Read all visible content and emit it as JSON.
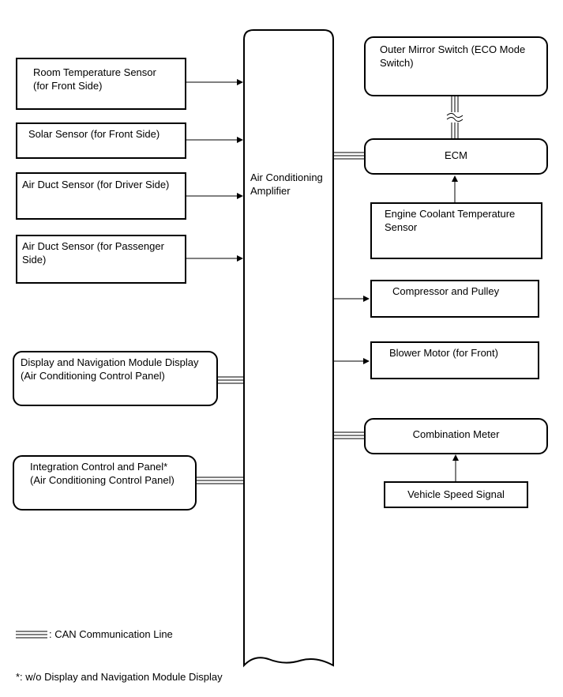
{
  "amplifier": {
    "label": "Air Conditioning\nAmplifier"
  },
  "inputs": {
    "room_temp_sensor": "Room Temperature Sensor\n(for Front Side)",
    "solar_sensor": "Solar Sensor (for Front Side)",
    "air_duct_driver": "Air Duct Sensor (for Driver Side)",
    "air_duct_passenger": "Air Duct Sensor (for Passenger\nSide)",
    "display_nav_module": "Display and Navigation Module Display\n(Air Conditioning Control Panel)",
    "integration_control": "Integration Control and Panel*\n(Air Conditioning Control Panel)"
  },
  "outputs": {
    "outer_mirror_switch": "Outer Mirror Switch (ECO Mode\nSwitch)",
    "ecm": "ECM",
    "engine_coolant_sensor": "Engine Coolant Temperature\nSensor",
    "compressor_pulley": "Compressor and Pulley",
    "blower_motor": "Blower Motor (for Front)",
    "combination_meter": "Combination Meter",
    "vehicle_speed_signal": "Vehicle Speed Signal"
  },
  "legend": {
    "can_line": ": CAN Communication Line"
  },
  "footnote": "*: w/o Display and Navigation Module Display"
}
